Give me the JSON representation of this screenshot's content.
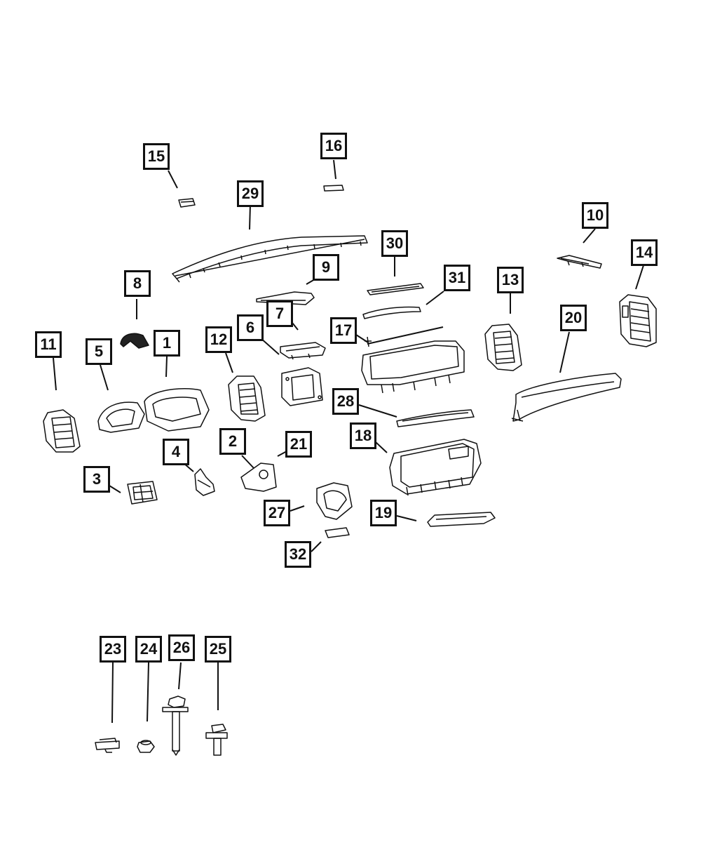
{
  "diagram": {
    "callouts": [
      {
        "id": "c15",
        "label": "15"
      },
      {
        "id": "c16",
        "label": "16"
      },
      {
        "id": "c29",
        "label": "29"
      },
      {
        "id": "c10",
        "label": "10"
      },
      {
        "id": "c14",
        "label": "14"
      },
      {
        "id": "c30",
        "label": "30"
      },
      {
        "id": "c9",
        "label": "9"
      },
      {
        "id": "c8",
        "label": "8"
      },
      {
        "id": "c31",
        "label": "31"
      },
      {
        "id": "c13",
        "label": "13"
      },
      {
        "id": "c7",
        "label": "7"
      },
      {
        "id": "c20",
        "label": "20"
      },
      {
        "id": "c6",
        "label": "6"
      },
      {
        "id": "c17",
        "label": "17"
      },
      {
        "id": "c11",
        "label": "11"
      },
      {
        "id": "c5",
        "label": "5"
      },
      {
        "id": "c1",
        "label": "1"
      },
      {
        "id": "c12",
        "label": "12"
      },
      {
        "id": "c28",
        "label": "28"
      },
      {
        "id": "c2",
        "label": "2"
      },
      {
        "id": "c21",
        "label": "21"
      },
      {
        "id": "c18",
        "label": "18"
      },
      {
        "id": "c4",
        "label": "4"
      },
      {
        "id": "c3",
        "label": "3"
      },
      {
        "id": "c27",
        "label": "27"
      },
      {
        "id": "c19",
        "label": "19"
      },
      {
        "id": "c32",
        "label": "32"
      },
      {
        "id": "c23",
        "label": "23"
      },
      {
        "id": "c24",
        "label": "24"
      },
      {
        "id": "c26",
        "label": "26"
      },
      {
        "id": "c25",
        "label": "25"
      }
    ]
  }
}
